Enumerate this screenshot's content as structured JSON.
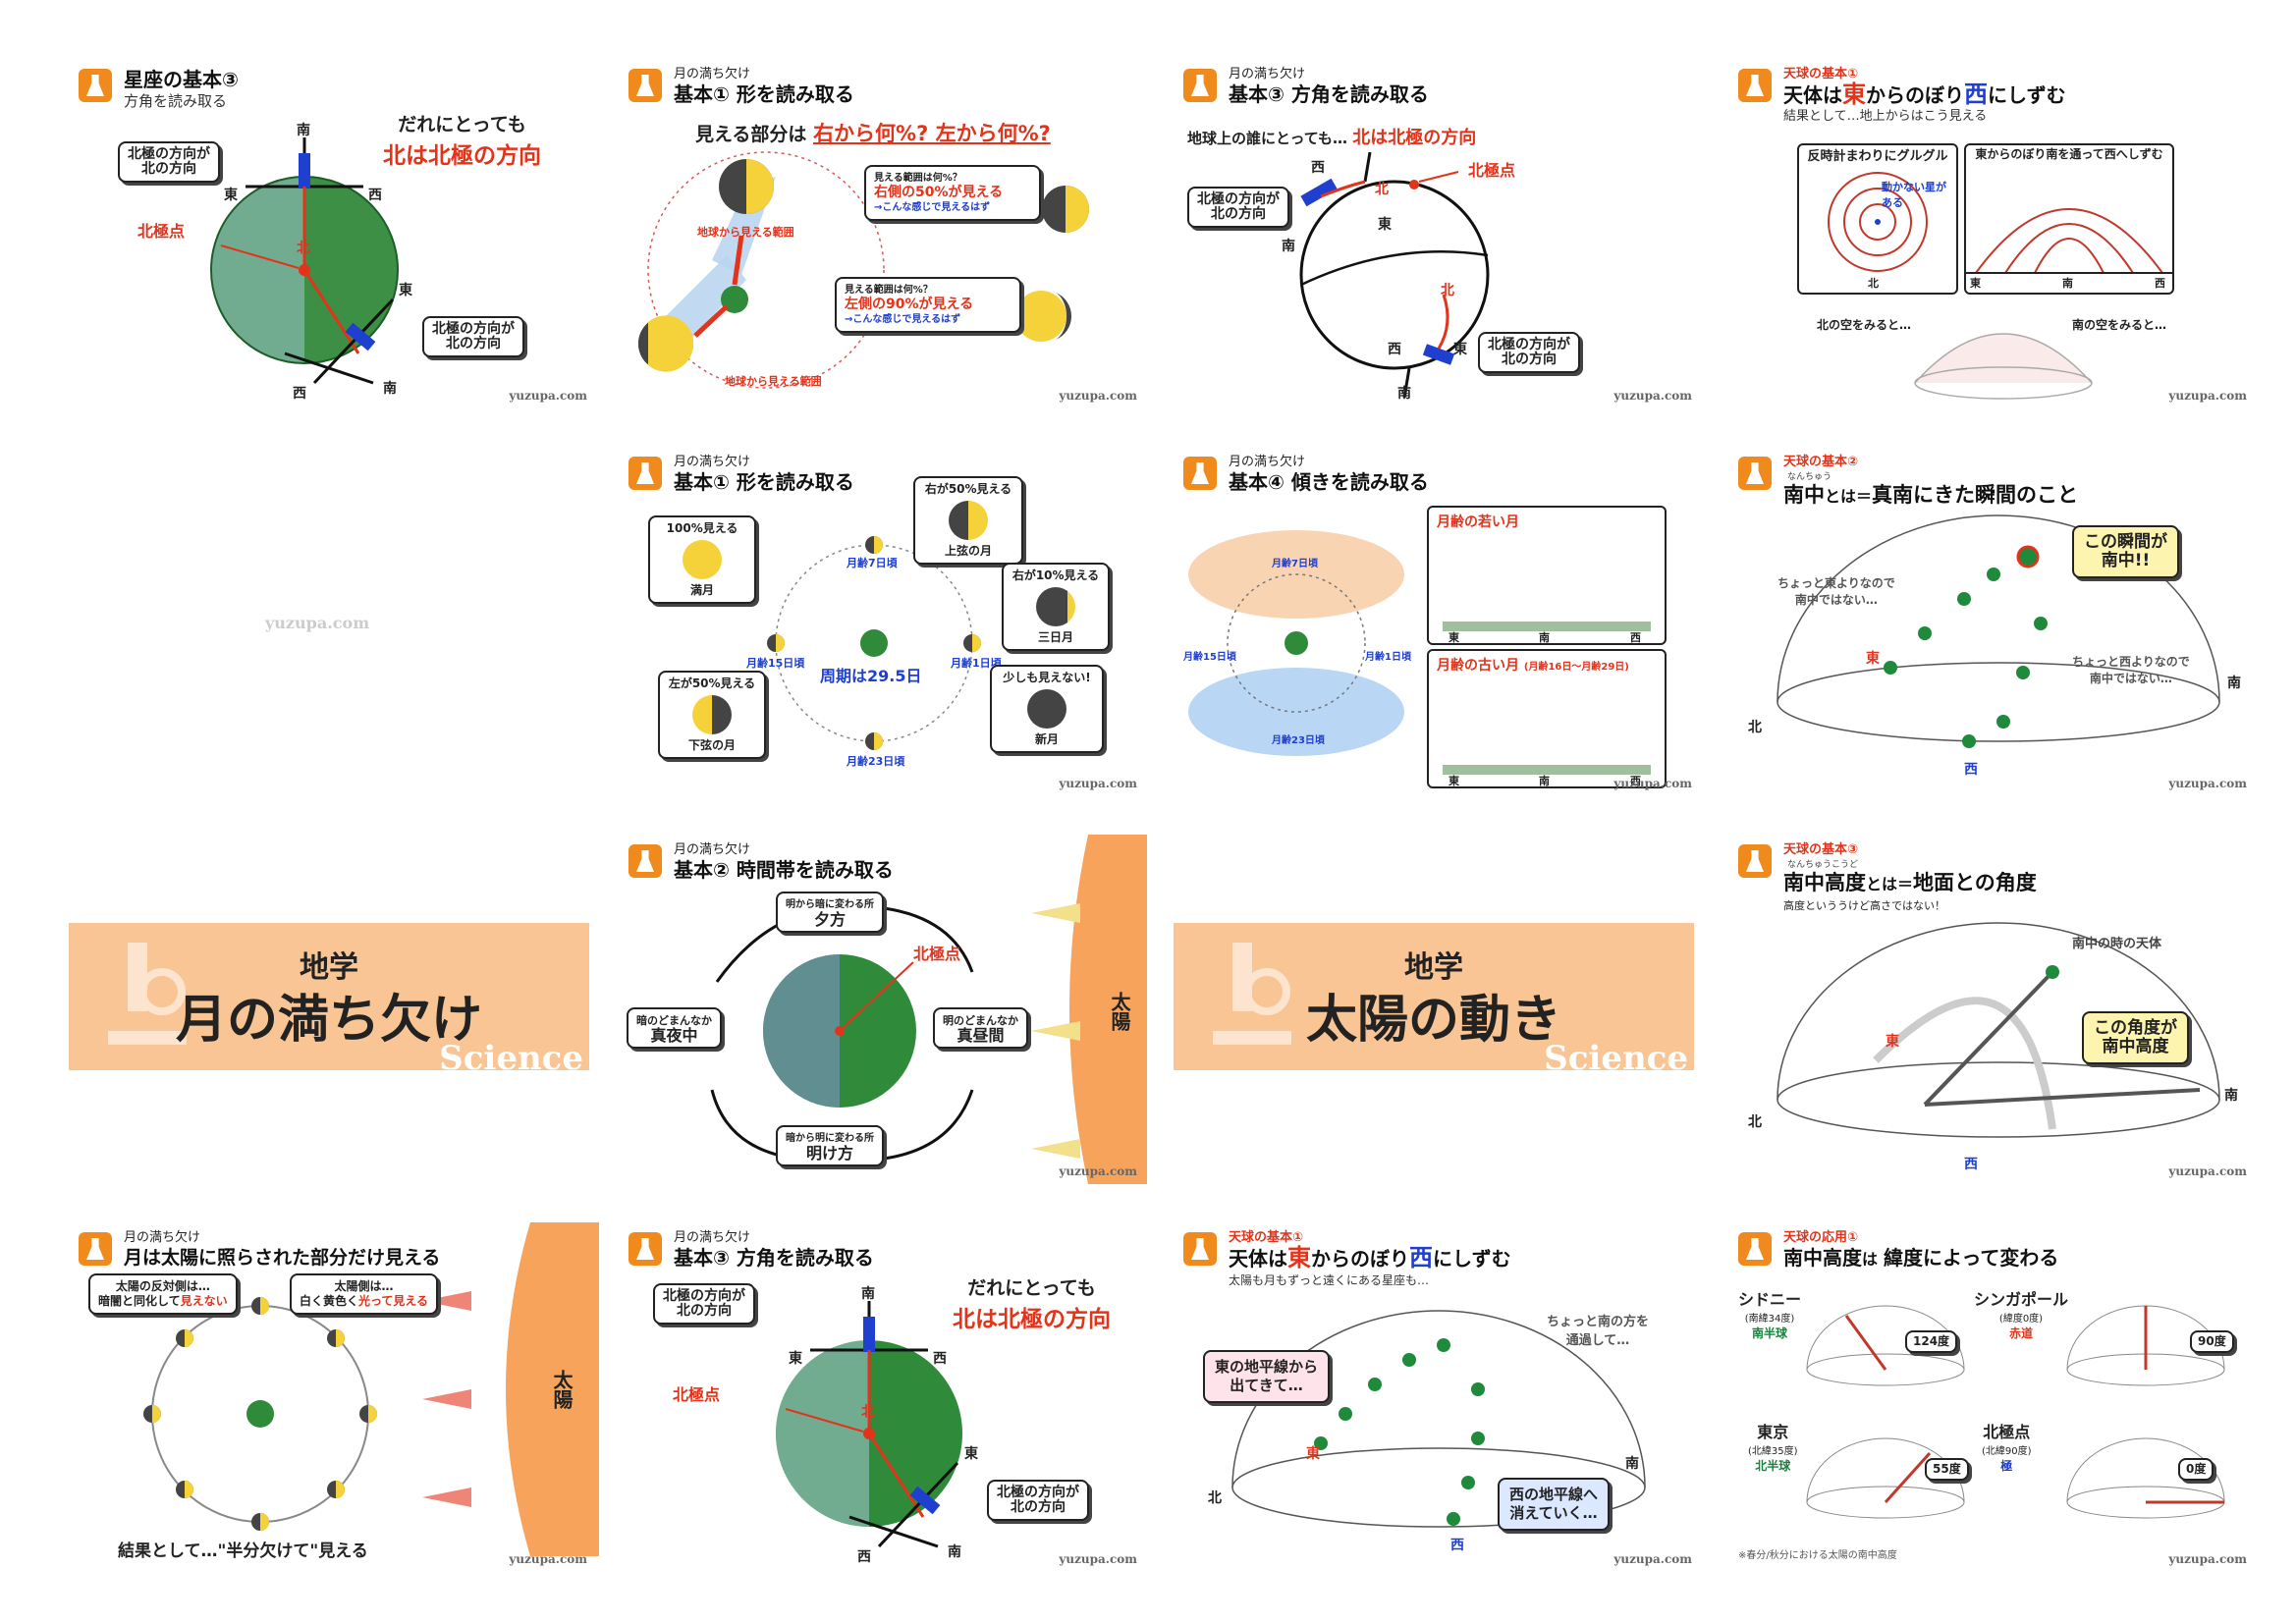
{
  "watermark": "yuzupa.com",
  "slide_r1c1": {
    "title": "星座の基本③",
    "subtitle": "方角を読み取る",
    "headline1": "だれにとっても",
    "headline2": "北は北極の方向",
    "bubble1": "北極の方向が\n北の方向",
    "bubble2": "北極の方向が\n北の方向",
    "pole": "北極点",
    "s": "南",
    "e": "東",
    "w": "西",
    "n": "北"
  },
  "slide_r1c2": {
    "cat": "月の満ち欠け",
    "title": "基本① 形を読み取る",
    "q_pre": "見える部分は",
    "q_red": "右から何%? 左から何%?",
    "box1_a": "見える範囲は何%？",
    "box1_b": "右側の50%が見える",
    "box1_c": "→こんな感じで見えるはず",
    "box2_a": "見える範囲は何%？",
    "box2_b": "左側の90%が見える",
    "box2_c": "→こんな感じで見えるはず",
    "range1": "地球から見える範囲",
    "range2": "地球から見える範囲"
  },
  "slide_r1c3": {
    "cat": "月の満ち欠け",
    "title": "基本③ 方角を読み取る",
    "q_pre": "地球上の誰にとっても…",
    "q_red": "北は北極の方向",
    "bubble1": "北極の方向が\n北の方向",
    "bubble2": "北極の方向が\n北の方向",
    "pole": "北極点",
    "n": "北",
    "e": "東",
    "s": "南",
    "w": "西"
  },
  "slide_r1c4": {
    "cat": "天球の基本①",
    "t_pre": "天体は",
    "t_e": "東",
    "t_mid": "からのぼり",
    "t_w": "西",
    "t_post": "にしずむ",
    "subtitle": "結果として…地上からはこう見える",
    "box1": "反時計まわりにグルグル",
    "box2": "東からのぼり南を通って西へしずむ",
    "star": "動かない星がある",
    "north_sky": "北の空をみると…",
    "south_sky": "南の空をみると…",
    "n": "北",
    "e": "東",
    "s": "南",
    "w": "西"
  },
  "slide_r2c2": {
    "cat": "月の満ち欠け",
    "title": "基本① 形を読み取る",
    "full": "100%見える",
    "full_name": "満月",
    "right50": "右が50%見える",
    "first_q": "上弦の月",
    "right10": "右が10%見える",
    "crescent": "三日月",
    "left50": "左が50%見える",
    "last_q": "下弦の月",
    "none": "少しも見えない!",
    "new_moon": "新月",
    "age7": "月齢7日頃",
    "age15": "月齢15日頃",
    "age1": "月齢1日頃",
    "age23": "月齢23日頃",
    "period": "周期は29.5日"
  },
  "slide_r2c3": {
    "cat": "月の満ち欠け",
    "title": "基本④ 傾きを読み取る",
    "young": "月齢の若い月",
    "old": "月齢の古い月",
    "old_note": "(月齢16日〜月齢29日)",
    "age7": "月齢7日頃",
    "age15": "月齢15日頃",
    "age1": "月齢1日頃",
    "age23": "月齢23日頃",
    "e": "東",
    "s": "南",
    "w": "西"
  },
  "slide_r2c4": {
    "cat": "天球の基本②",
    "ruby": "なんちゅう",
    "title_a": "南中",
    "title_b": "とは＝",
    "title_c": "真南にきた瞬間のこと",
    "left_note": "ちょっと東よりなので\n南中ではない…",
    "right_note": "ちょっと西よりなので\n南中ではない…",
    "callout": "この瞬間が\n南中!!",
    "n": "北",
    "e": "東",
    "s": "南",
    "w": "西"
  },
  "slide_r3c1": {
    "t1": "地学",
    "t2": "月の満ち欠け",
    "sci": "Science"
  },
  "slide_r3c2": {
    "cat": "月の満ち欠け",
    "title": "基本② 時間帯を読み取る",
    "pole": "北極点",
    "dusk_a": "明から暗に変わる所",
    "dusk_b": "夕方",
    "dawn_a": "暗から明に変わる所",
    "dawn_b": "明け方",
    "midnight_a": "暗のどまんなか",
    "midnight_b": "真夜中",
    "noon_a": "明のどまんなか",
    "noon_b": "真昼間",
    "sun": "太陽"
  },
  "slide_r3c3": {
    "t1": "地学",
    "t2": "太陽の動き",
    "sci": "Science"
  },
  "slide_r3c4": {
    "cat": "天球の基本③",
    "ruby": "なんちゅうこうど",
    "title_a": "南中高度",
    "title_b": "とは＝",
    "title_c": "地面との角度",
    "subtitle": "高度といううけど高さではない！",
    "note": "南中の時の天体",
    "callout": "この角度が\n南中高度",
    "n": "北",
    "e": "東",
    "s": "南",
    "w": "西"
  },
  "slide_r4c1": {
    "cat": "月の満ち欠け",
    "title": "月は太陽に照らされた部分だけ見える",
    "b1_a": "太陽の反対側は…",
    "b1_b": "暗闇と同化して",
    "b1_c": "見えない",
    "b2_a": "太陽側は…",
    "b2_b": "白く黄色く",
    "b2_c": "光って見える",
    "result": "結果として…\"半分欠けて\"見える",
    "sun": "太陽"
  },
  "slide_r4c2": {
    "cat": "月の満ち欠け",
    "title": "基本③ 方角を読み取る",
    "headline1": "だれにとっても",
    "headline2": "北は北極の方向",
    "bubble1": "北極の方向が\n北の方向",
    "bubble2": "北極の方向が\n北の方向",
    "pole": "北極点",
    "s": "南",
    "e": "東",
    "w": "西",
    "n": "北"
  },
  "slide_r4c3": {
    "cat": "天球の基本①",
    "t_pre": "天体は",
    "t_e": "東",
    "t_mid": "からのぼり",
    "t_w": "西",
    "t_post": "にしずむ",
    "subtitle": "太陽も月もずっと遠くにある星座も…",
    "south_note": "ちょっと南の方を\n通過して…",
    "east_bubble": "東の地平線から\n出てきて…",
    "west_bubble": "西の地平線へ\n消えていく…",
    "n": "北",
    "e": "東",
    "s": "南",
    "w": "西"
  },
  "slide_r4c4": {
    "cat": "天球の応用①",
    "title_a": "南中高度",
    "title_b": "は",
    "title_c": "緯度によって変わる",
    "sydney": "シドニー",
    "sydney_lat": "(南緯34度)",
    "sydney_h": "南半球",
    "sydney_angle": "124度",
    "singapore": "シンガポール",
    "singapore_lat": "(緯度0度)",
    "singapore_h": "赤道",
    "singapore_angle": "90度",
    "tokyo": "東京",
    "tokyo_lat": "(北緯35度)",
    "tokyo_h": "北半球",
    "tokyo_angle": "55度",
    "pole": "北極点",
    "pole_lat": "(北緯90度)",
    "pole_h": "極",
    "pole_angle": "0度",
    "footnote": "※春分/秋分における太陽の南中高度"
  },
  "colors": {
    "accent_red": "#e2331b",
    "accent_blue": "#1e3fcf",
    "earth_green": "#2f8a3a",
    "orange": "#f08a1c",
    "banner": "#f9c594",
    "sun": "#f7a35c"
  }
}
